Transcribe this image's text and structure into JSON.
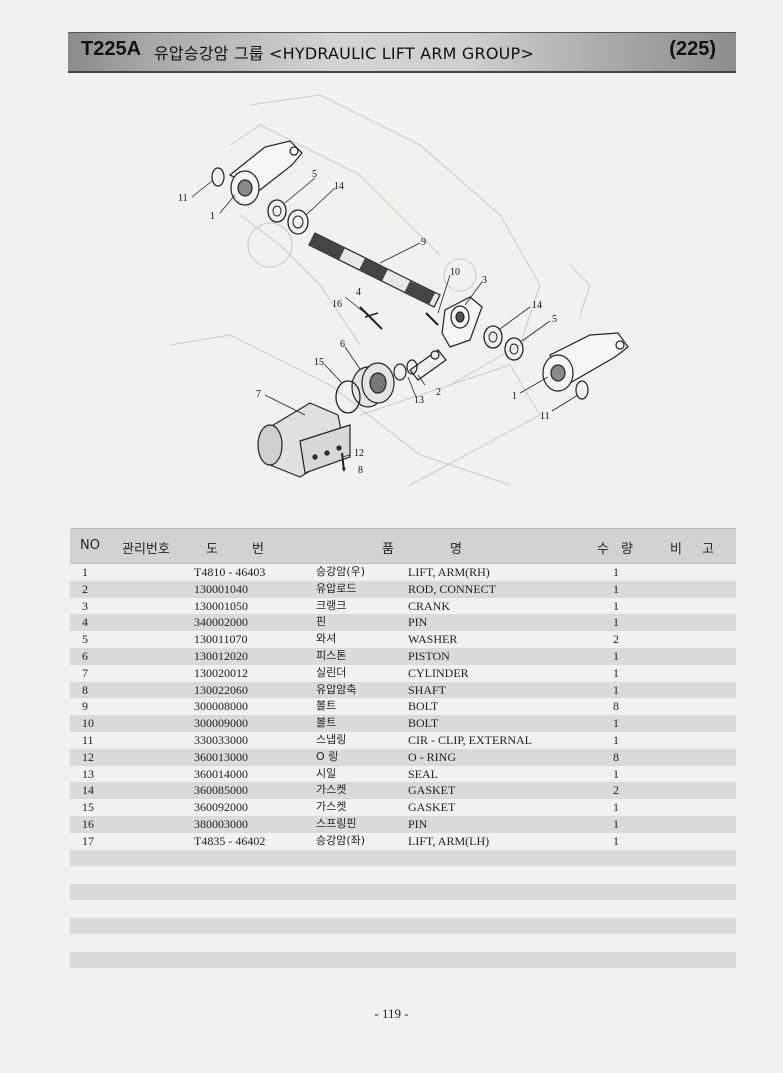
{
  "header": {
    "model": "T225A",
    "title": "유압승강암 그룹 <HYDRAULIC LIFT ARM  GROUP>",
    "page_ref": "(225)"
  },
  "diagram": {
    "callouts": [
      "1",
      "1",
      "2",
      "3",
      "4",
      "5",
      "5",
      "6",
      "7",
      "8",
      "9",
      "10",
      "11",
      "11",
      "12",
      "13",
      "14",
      "14",
      "15",
      "16"
    ]
  },
  "table": {
    "headers": {
      "no": "NO",
      "mgmt": "관리번호",
      "do": "도",
      "beon": "번",
      "pum": "품",
      "myeong": "명",
      "su": "수",
      "ryang": "량",
      "bi": "비",
      "go": "고"
    },
    "rows": [
      {
        "no": "1",
        "part": "T4810 - 46403",
        "kor": "승강암(우)",
        "eng": "LIFT, ARM(RH)",
        "qty": "1"
      },
      {
        "no": "2",
        "part": "130001040",
        "kor": "유압로드",
        "eng": "ROD, CONNECT",
        "qty": "1"
      },
      {
        "no": "3",
        "part": "130001050",
        "kor": "크랭크",
        "eng": "CRANK",
        "qty": "1"
      },
      {
        "no": "4",
        "part": "340002000",
        "kor": "핀",
        "eng": "PIN",
        "qty": "1"
      },
      {
        "no": "5",
        "part": "130011070",
        "kor": "와셔",
        "eng": "WASHER",
        "qty": "2"
      },
      {
        "no": "6",
        "part": "130012020",
        "kor": "피스톤",
        "eng": "PISTON",
        "qty": "1"
      },
      {
        "no": "7",
        "part": "130020012",
        "kor": "실린더",
        "eng": "CYLINDER",
        "qty": "1"
      },
      {
        "no": "8",
        "part": "130022060",
        "kor": "유압암축",
        "eng": "SHAFT",
        "qty": "1"
      },
      {
        "no": "9",
        "part": "300008000",
        "kor": "볼트",
        "eng": "BOLT",
        "qty": "8"
      },
      {
        "no": "10",
        "part": "300009000",
        "kor": "볼트",
        "eng": "BOLT",
        "qty": "1"
      },
      {
        "no": "11",
        "part": "330033000",
        "kor": "스냅링",
        "eng": "CIR - CLIP, EXTERNAL",
        "qty": "1"
      },
      {
        "no": "12",
        "part": "360013000",
        "kor": "O 링",
        "eng": "O - RING",
        "qty": "8"
      },
      {
        "no": "13",
        "part": "360014000",
        "kor": "시일",
        "eng": "SEAL",
        "qty": "1"
      },
      {
        "no": "14",
        "part": "360085000",
        "kor": "가스켓",
        "eng": "GASKET",
        "qty": "2"
      },
      {
        "no": "15",
        "part": "360092000",
        "kor": "가스켓",
        "eng": "GASKET",
        "qty": "1"
      },
      {
        "no": "16",
        "part": "380003000",
        "kor": "스프링핀",
        "eng": "PIN",
        "qty": "1"
      },
      {
        "no": "17",
        "part": "T4835 - 46402",
        "kor": "승강암(좌)",
        "eng": "LIFT, ARM(LH)",
        "qty": "1"
      }
    ]
  },
  "footer": {
    "page_number": "- 119 -"
  },
  "colors": {
    "header_dark": "#8a8a8a",
    "row_shade": "#dadad8",
    "page_bg": "#f1f1ef"
  }
}
